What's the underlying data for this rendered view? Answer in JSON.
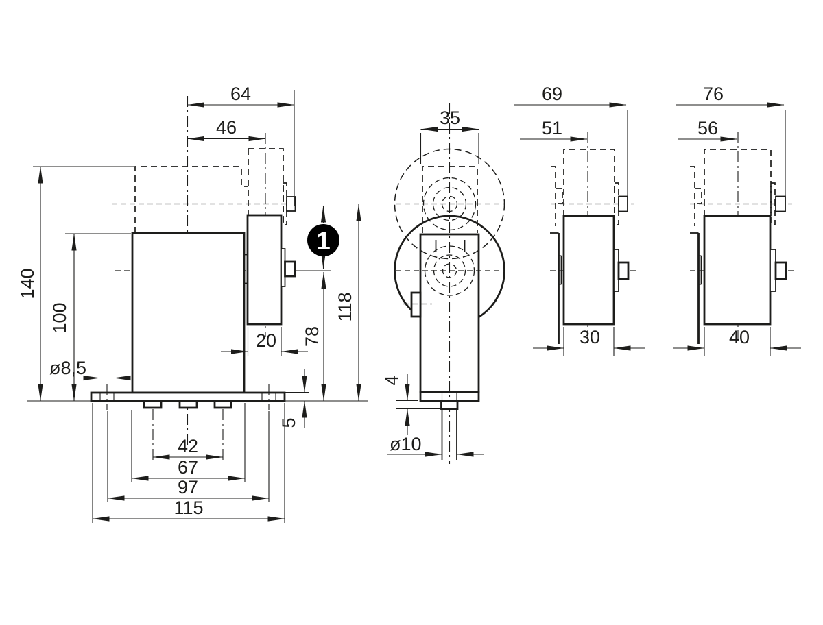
{
  "drawing": {
    "colors": {
      "line": "#1d1d1b",
      "background": "#ffffff",
      "badge_fill": "#000000",
      "badge_text": "#ffffff"
    },
    "callout": {
      "label": "1"
    },
    "views": {
      "side": {
        "dims": {
          "top_offset": "64",
          "roller_center_offset": "46",
          "height_max": "140",
          "height_min": "100",
          "hole_diameter": "ø8,5",
          "roller_width": "20",
          "center_height_min": "78",
          "center_height_max": "118",
          "plate_thickness": "5",
          "slot_spacing": "42",
          "body_width": "67",
          "hole_spacing": "97",
          "plate_width": "115"
        }
      },
      "front": {
        "dims": {
          "body_depth": "35",
          "boss_height": "4",
          "shaft_diameter": "ø10"
        }
      },
      "variant_30": {
        "dims": {
          "overall_depth": "69",
          "center_depth": "51",
          "roller_width": "30"
        }
      },
      "variant_40": {
        "dims": {
          "overall_depth": "76",
          "center_depth": "56",
          "roller_width": "40"
        }
      }
    }
  }
}
